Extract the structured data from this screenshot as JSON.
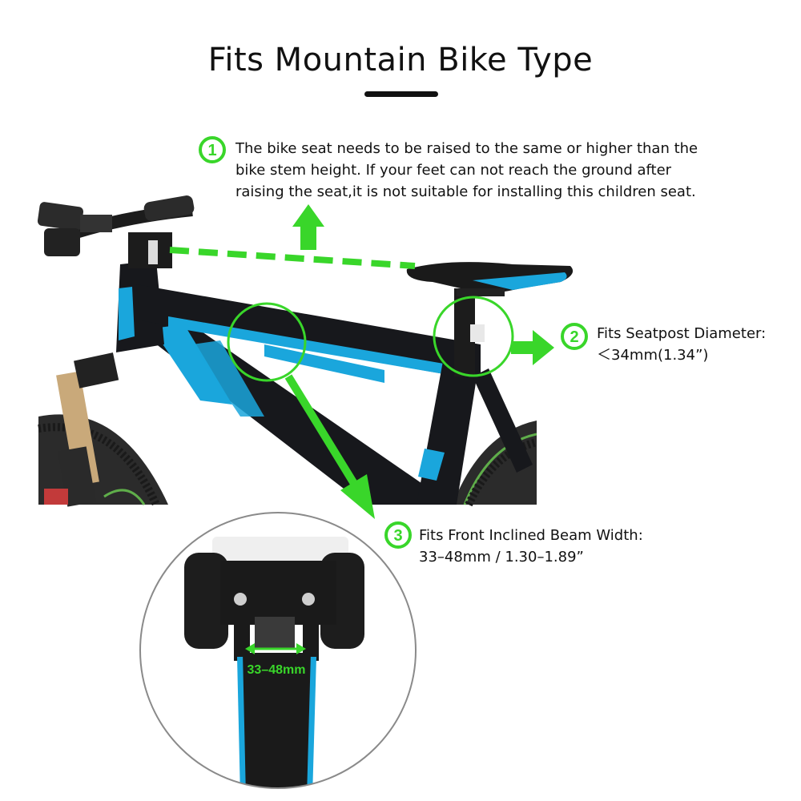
{
  "title": "Fits Mountain Bike Type",
  "notes": {
    "n1": {
      "number": "1",
      "line1": "The bike seat needs to be raised to the same or higher than the",
      "line2": "bike stem height. If your feet can not reach the ground after",
      "line3": "raising the seat,it is not suitable for installing this children seat."
    },
    "n2": {
      "number": "2",
      "line1": "Fits Seatpost Diameter:",
      "line2": "＜34mm(1.34”)"
    },
    "n3": {
      "number": "3",
      "line1": "Fits Front Inclined Beam Width:",
      "line2": "33–48mm / 1.30–1.89”"
    }
  },
  "inset_label": "33–48mm",
  "colors": {
    "accent_green": "#39d62a",
    "bike_black": "#17181c",
    "bike_blue": "#1aa6dc",
    "tire": "#2b2b2b",
    "fork": "#c9a97a"
  },
  "icons": [
    "circled-number-icon",
    "arrow-up-icon",
    "arrow-right-icon",
    "arrow-down-icon",
    "dashed-level-line"
  ]
}
